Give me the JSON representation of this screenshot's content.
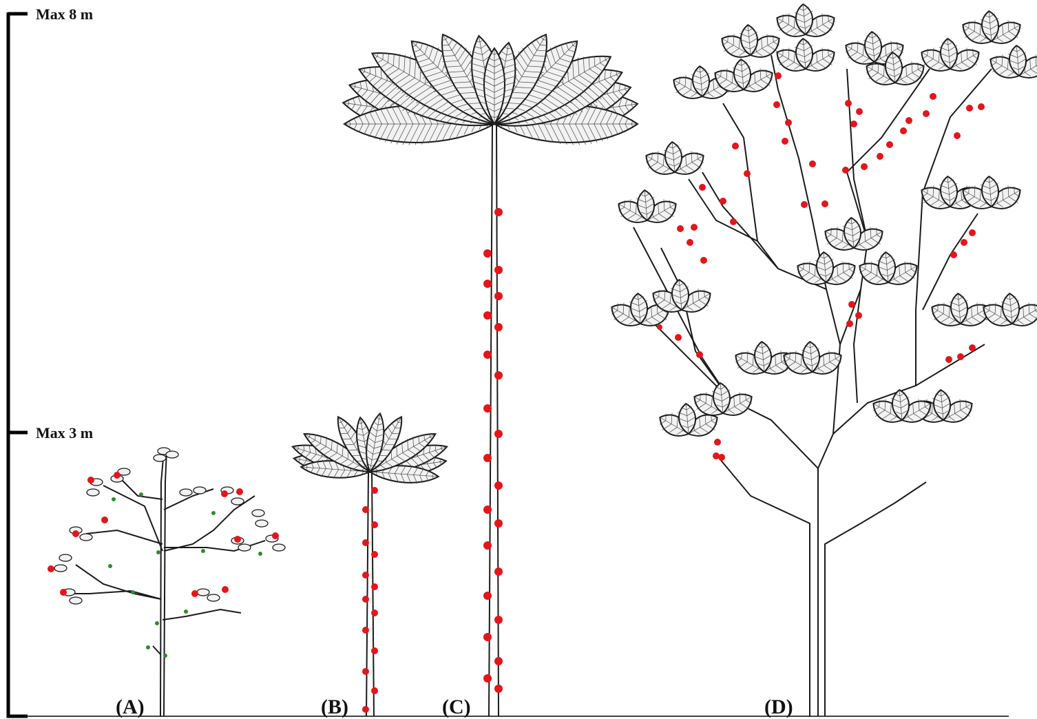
{
  "scale": {
    "top_label": "Max 8 m",
    "mid_label": "Max 3 m"
  },
  "panels": [
    {
      "label": "(A)"
    },
    {
      "label": "(B)"
    },
    {
      "label": "(C)"
    },
    {
      "label": "(D)"
    }
  ],
  "colors": {
    "fruit": "#e4151b",
    "flower": "#2e8b2e",
    "outline": "#1a1a1a",
    "leaf_fill": "#f2f2f2"
  }
}
